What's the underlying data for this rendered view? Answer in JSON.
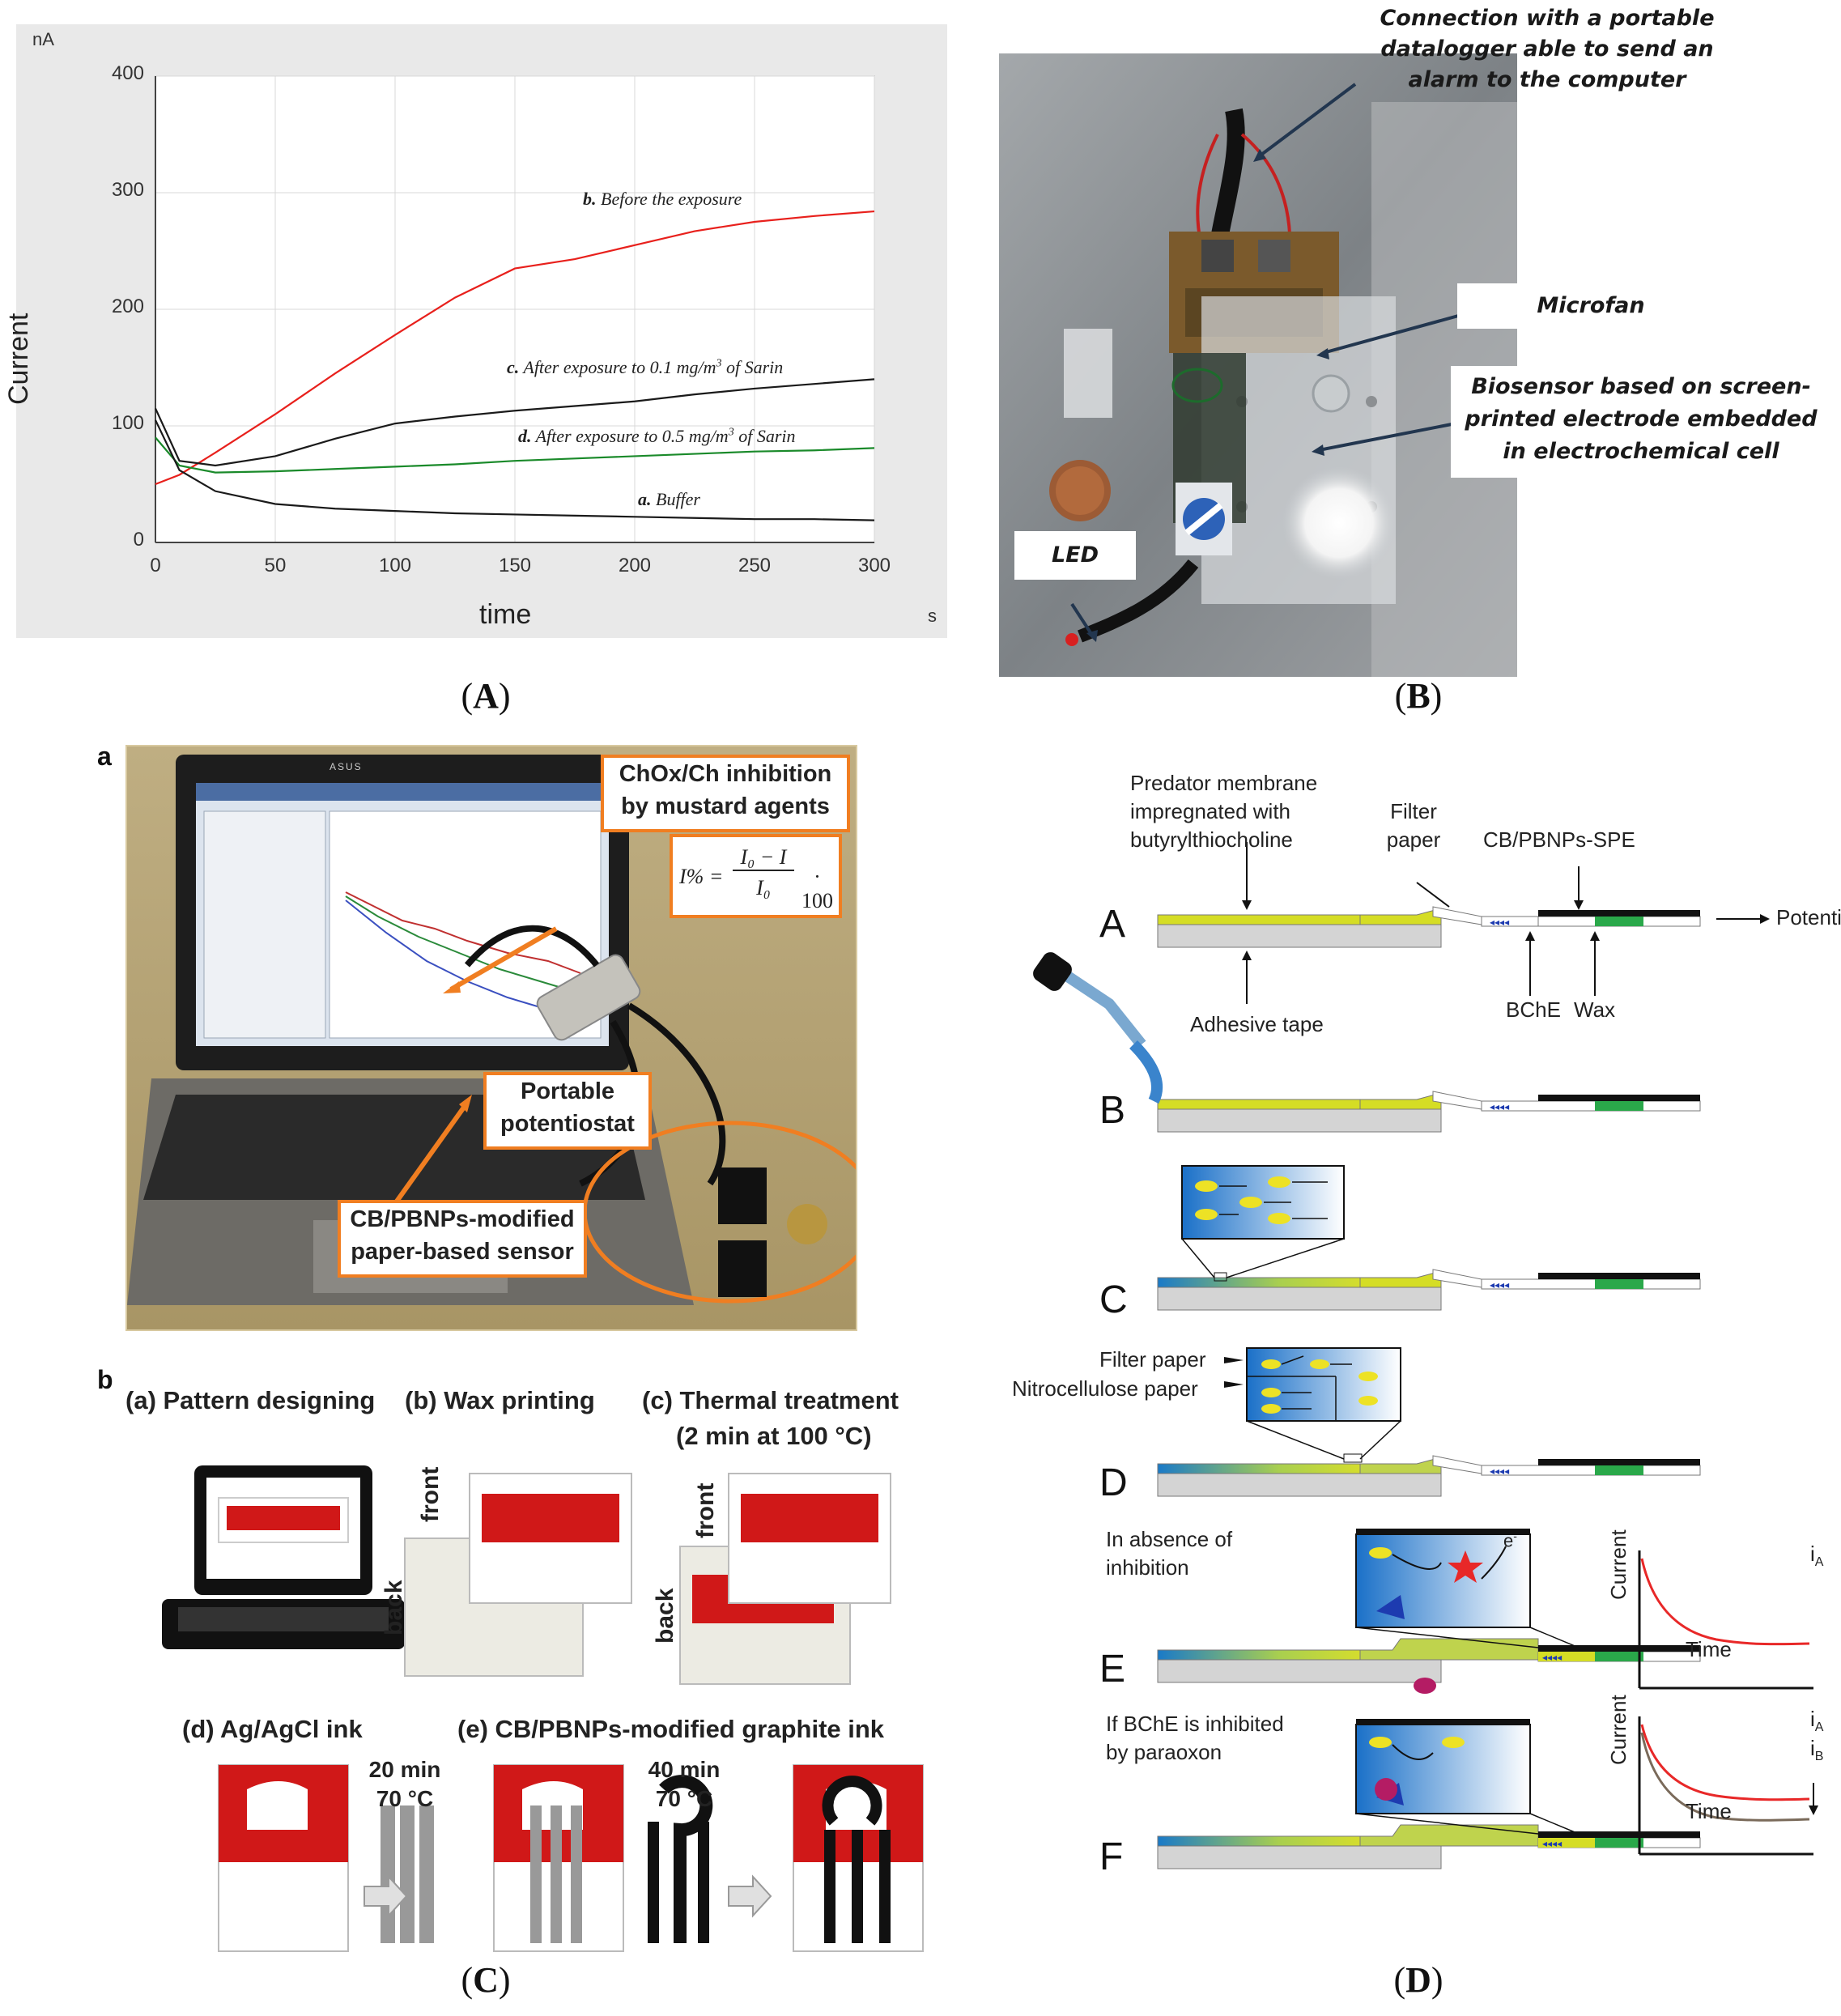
{
  "captions": {
    "a": "A",
    "b": "B",
    "c": "C",
    "d": "D"
  },
  "panel_a": {
    "y_unit": "nA",
    "x_unit": "s",
    "ylabel": "Current",
    "xlabel": "time",
    "curve_labels": {
      "b_letter": "b.",
      "b_text": "Before the exposure",
      "c_letter": "c.",
      "c_text": "After exposure to 0.1 mg/m",
      "c_sup": "3",
      "c_tail": " of Sarin",
      "d_letter": "d.",
      "d_text": "After exposure to 0.5 mg/m",
      "d_sup": "3",
      "d_tail": " of Sarin",
      "a_letter": "a.",
      "a_text": "Buffer"
    }
  },
  "chart_data": {
    "type": "line",
    "xlabel": "time",
    "ylabel": "Current",
    "xlim": [
      0,
      300
    ],
    "ylim": [
      0,
      400
    ],
    "xticks": [
      0,
      50,
      100,
      150,
      200,
      250,
      300
    ],
    "yticks": [
      0,
      100,
      200,
      300,
      400
    ],
    "grid": true,
    "x": [
      0,
      10,
      25,
      50,
      75,
      100,
      125,
      150,
      175,
      200,
      225,
      250,
      275,
      300
    ],
    "series": [
      {
        "name": "b. Before the exposure",
        "color": "#e8201c",
        "values": [
          50,
          58,
          77,
          110,
          145,
          178,
          210,
          235,
          243,
          255,
          267,
          275,
          280,
          284
        ]
      },
      {
        "name": "c. After exposure to 0.1 mg/m3 of Sarin",
        "color": "#1a1a1a",
        "values": [
          115,
          70,
          66,
          74,
          89,
          102,
          108,
          113,
          117,
          121,
          127,
          132,
          136,
          140
        ]
      },
      {
        "name": "d. After exposure to 0.5 mg/m3 of Sarin",
        "color": "#1a8a2a",
        "values": [
          90,
          66,
          60,
          61,
          63,
          65,
          67,
          70,
          72,
          74,
          76,
          78,
          79,
          81
        ]
      },
      {
        "name": "a. Buffer",
        "color": "#1a1a1a",
        "values": [
          105,
          62,
          44,
          33,
          29,
          27,
          25,
          24,
          23,
          22,
          21,
          20,
          20,
          19
        ]
      }
    ]
  },
  "panel_b": {
    "callout_datalogger": "Connection with a portable datalogger able to send an alarm to the computer",
    "callout_microfan": "Microfan",
    "callout_biosensor": "Biosensor based on screen-printed electrode embedded in electrochemical cell",
    "callout_led": "LED"
  },
  "panel_c": {
    "label_a": "a",
    "label_b": "b",
    "box_inhibition": "ChOx/Ch inhibition by mustard agents",
    "formula_lhs": "I% = ",
    "formula_num": "I₀ − I",
    "formula_den": "I₀",
    "formula_rhs": "· 100",
    "box_potentiostat": "Portable potentiostat",
    "box_sensor": "CB/PBNPs-modified paper-based sensor",
    "brand": "ASUS",
    "step_a": "(a) Pattern designing",
    "step_b": "(b) Wax printing",
    "step_c": "(c) Thermal treatment",
    "step_c2": "(2 min at 100 °C)",
    "front": "front",
    "back": "back",
    "step_d": "(d) Ag/AgCl ink",
    "step_e": "(e) CB/PBNPs-modified graphite ink",
    "t1a": "20 min",
    "t1b": "70 °C",
    "t2a": "40 min",
    "t2b": "70 °C"
  },
  "panel_d": {
    "membrane": "Predator membrane impregnated with butyrylthiocholine",
    "filter": "Filter paper",
    "spe": "CB/PBNPs-SPE",
    "potentiostat": "Potentiostat",
    "tape": "Adhesive tape",
    "bche": "BChE",
    "wax": "Wax",
    "filter2": "Filter paper",
    "nitro": "Nitrocellulose paper",
    "absence": "In absence of inhibition",
    "inhibited": "If BChE is inhibited by paraoxon",
    "current": "Current",
    "time": "Time",
    "ia": "i",
    "ia_sub": "A",
    "ib": "i",
    "ib_sub": "B",
    "electron": "e",
    "steps": [
      "A",
      "B",
      "C",
      "D",
      "E",
      "F"
    ]
  }
}
